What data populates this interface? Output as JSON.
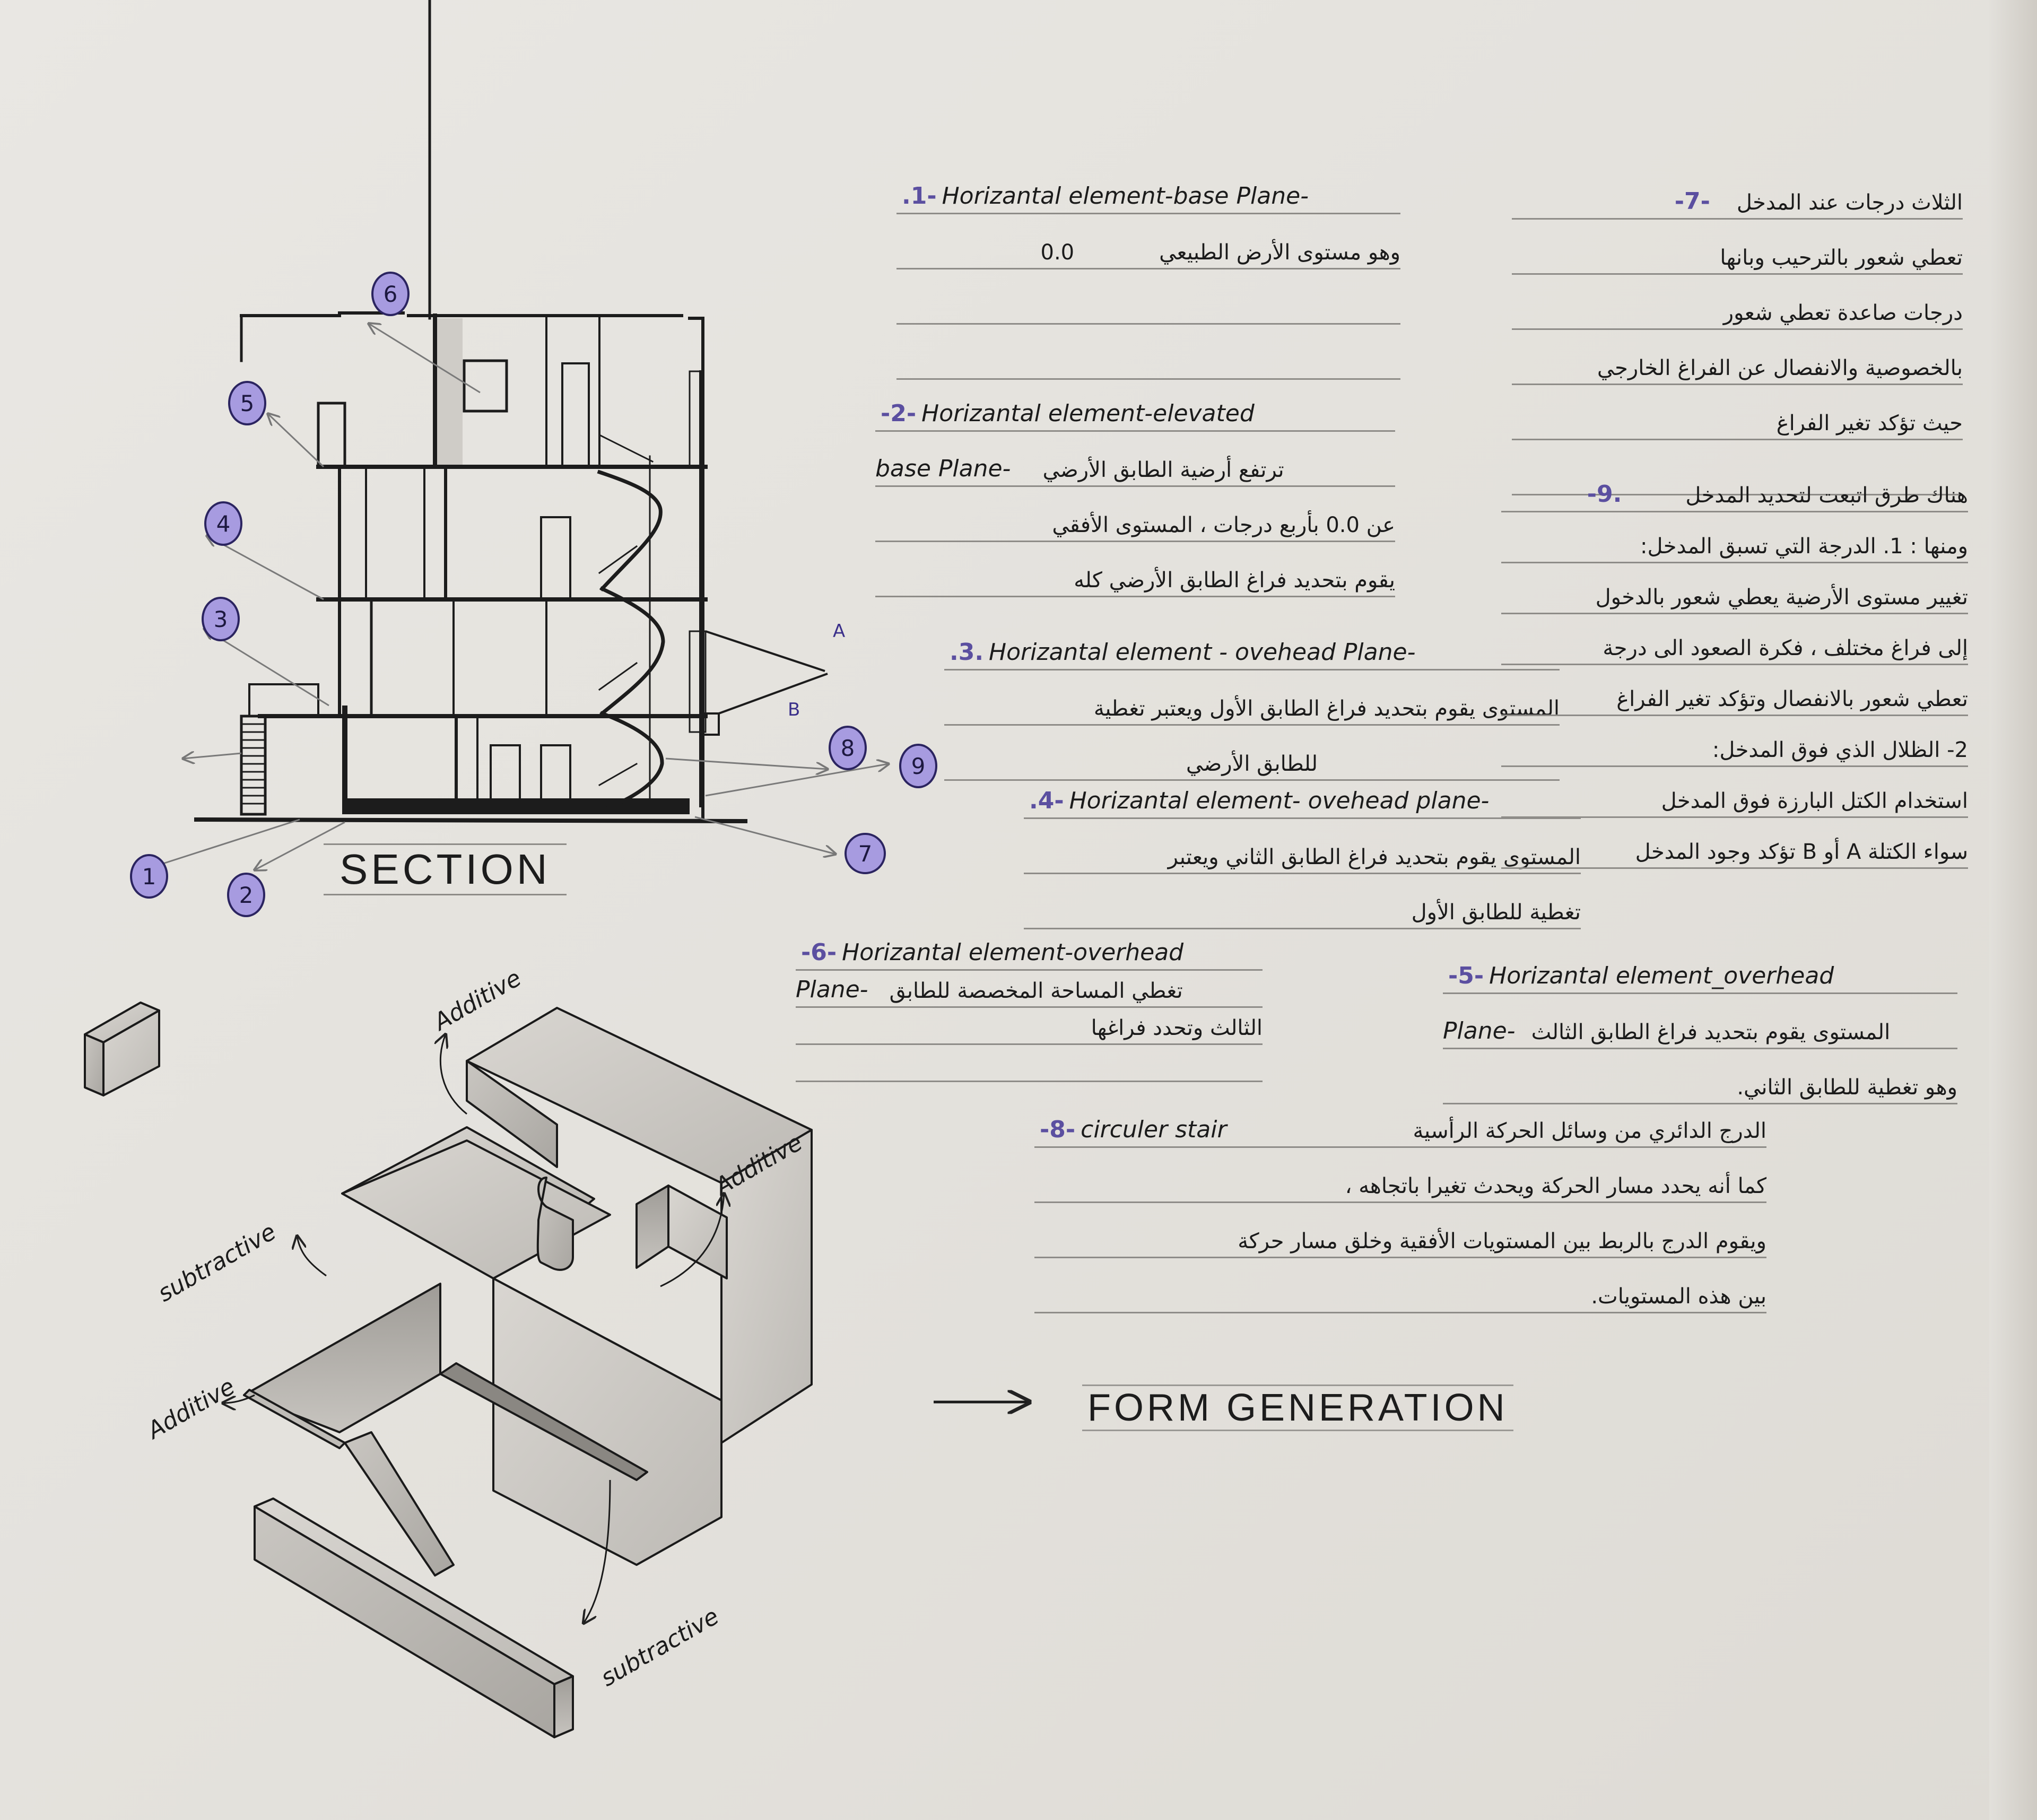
{
  "colors": {
    "paper": "#e6e4df",
    "ink": "#1b1b1b",
    "highlight": "#a79be0",
    "rule": "#8e8c88"
  },
  "section": {
    "title": "SECTION",
    "markers": [
      "1",
      "2",
      "3",
      "4",
      "5",
      "6",
      "7",
      "8",
      "9"
    ],
    "entry_masses": {
      "a": "A",
      "b": "B"
    }
  },
  "form_generation": {
    "title": "FORM GENERATION",
    "arrow_icon": "right-arrow",
    "labels": {
      "additive_top": "Additive",
      "additive_right": "Additive",
      "additive_left": "Additive",
      "subtractive_block": "subtractive",
      "subtractive_bar": "subtractive"
    }
  },
  "notes": [
    {
      "num": ".1-",
      "title": "Horizantal element-base Plane-",
      "lines": [
        "وهو مستوى الأرض الطبيعي",
        "0.0"
      ]
    },
    {
      "num": "-2-",
      "title": "Horizantal element-elevated",
      "lines": [
        "base Plane-",
        "ترتفع أرضية الطابق الأرضي",
        "عن 0.0 بأربع درجات ، المستوى الأفقي",
        "يقوم بتحديد فراغ الطابق الأرضي كله"
      ]
    },
    {
      "num": ".3.",
      "title": "Horizantal element - ovehead Plane-",
      "lines": [
        "المستوى يقوم بتحديد فراغ الطابق الأول ويعتبر تغطية",
        "للطابق الأرضي"
      ]
    },
    {
      "num": ".4-",
      "title": "Horizantal element- ovehead plane-",
      "lines": [
        "المستوى يقوم بتحديد فراغ الطابق الثاني ويعتبر",
        "تغطية للطابق الأول"
      ]
    },
    {
      "num": "-5-",
      "title": "Horizantal element_overhead",
      "lines": [
        "Plane-",
        "المستوى يقوم بتحديد فراغ الطابق الثالث",
        "وهو تغطية للطابق الثاني."
      ]
    },
    {
      "num": "-6-",
      "title": "Horizantal element-overhead",
      "lines": [
        "Plane-",
        "تغطي المساحة المخصصة للطابق",
        "الثالث وتحدد فراغها"
      ]
    },
    {
      "num": "-7-",
      "title": "",
      "lines": [
        "الثلاث درجات عند المدخل",
        "تعطي شعور بالترحيب وبانها",
        "درجات صاعدة تعطي شعور",
        "بالخصوصية والانفصال عن الفراغ الخارجي",
        "حيث تؤكد تغير الفراغ"
      ]
    },
    {
      "num": "-8-",
      "title": "circuler stair",
      "lines": [
        "الدرج الدائري من وسائل الحركة الرأسية",
        "كما أنه يحدد مسار الحركة ويحدث تغيرا باتجاهه ،",
        "ويقوم الدرج بالربط بين المستويات الأفقية وخلق مسار حركة",
        "بين هذه المستويات."
      ]
    },
    {
      "num": ".9-",
      "title": "",
      "lines": [
        "هناك طرق اتبعت لتحديد المدخل",
        "ومنها : 1. الدرجة التي تسبق المدخل:",
        "تغيير مستوى الأرضية يعطي شعور بالدخول",
        "إلى فراغ مختلف ، فكرة الصعود الى درجة",
        "تعطي شعور بالانفصال وتؤكد تغير الفراغ",
        "2- الظلال الذي فوق المدخل:",
        "استخدام الكتل البارزة فوق المدخل",
        "سواء الكتلة A أو B تؤكد وجود المدخل"
      ]
    }
  ]
}
